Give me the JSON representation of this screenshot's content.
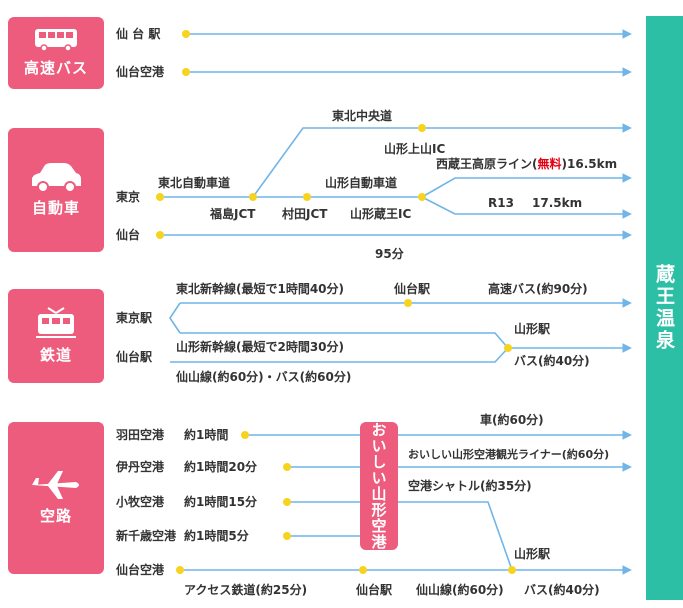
{
  "colors": {
    "pink": "#ed5b7d",
    "teal": "#2dbfa5",
    "line": "#6fb5e8",
    "dot": "#f7d31e",
    "red": "#e60012",
    "text": "#333333"
  },
  "destination": "蔵王温泉",
  "categories": {
    "bus": {
      "label": "高速バス",
      "icon": "bus-icon"
    },
    "car": {
      "label": "自動車",
      "icon": "car-icon"
    },
    "rail": {
      "label": "鉄道",
      "icon": "train-icon"
    },
    "air": {
      "label": "空路",
      "icon": "airplane-icon"
    }
  },
  "bus": {
    "origin1": "仙 台 駅",
    "origin2": "仙台空港"
  },
  "car": {
    "tokyo": "東京",
    "sendai": "仙台",
    "tohoku_exp": "東北自動車道",
    "tohoku_central": "東北中央道",
    "yamagata_exp": "山形自動車道",
    "yamagata_kaminoyama": "山形上山IC",
    "fukushima": "福島JCT",
    "murata": "村田JCT",
    "zao_ic": "山形蔵王IC",
    "nishizao_pre": "西蔵王高原ライン(",
    "nishizao_free": "無料",
    "nishizao_post": ")16.5km",
    "r13": "R13",
    "r13_dist": "17.5km",
    "sendai_time": "95分"
  },
  "rail": {
    "tokyo_st": "東京駅",
    "sendai_st": "仙台駅",
    "tohoku_shinkansen": "東北新幹線(最短で1時間40分)",
    "sendai_station": "仙台駅",
    "express_bus": "高速バス(約90分)",
    "yamagata_shinkansen": "山形新幹線(最短で2時間30分)",
    "yamagata_st": "山形駅",
    "bus_40": "バス(約40分)",
    "senzan": "仙山線(約60分)・バス(約60分)"
  },
  "air": {
    "haneda": "羽田空港",
    "haneda_time": "約1時間",
    "itami": "伊丹空港",
    "itami_time": "約1時間20分",
    "komaki": "小牧空港",
    "komaki_time": "約1時間15分",
    "chitose": "新千歳空港",
    "chitose_time": "約1時間5分",
    "sendai_airport": "仙台空港",
    "oishii": "おいしい山形空港",
    "car60": "車(約60分)",
    "liner": "おいしい山形空港観光ライナー(約60分)",
    "shuttle": "空港シャトル(約35分)",
    "yamagata_st": "山形駅",
    "access_rail": "アクセス鉄道(約25分)",
    "sendai_st": "仙台駅",
    "senzan60": "仙山線(約60分)",
    "bus40": "バス(約40分)"
  }
}
